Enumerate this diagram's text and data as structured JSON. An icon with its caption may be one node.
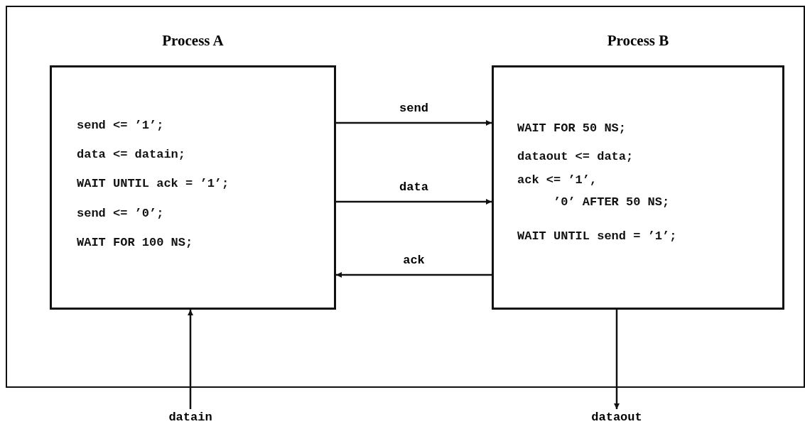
{
  "diagram": {
    "nodes": [
      {
        "text": [],
        "shape": "box"
      },
      {
        "text": [
          "Process A",
          "send <= ’1’;",
          "data <= datain;",
          "WAIT UNTIL ack = ’1’;",
          "send <= ’0’;",
          "WAIT FOR 100 NS;"
        ],
        "in": 0
      },
      {
        "text": [
          "Process B",
          "WAIT FOR 50 NS;",
          "dataout <= data;",
          "ack <= ’1’, ’0’ AFTER 50 NS;",
          "WAIT UNTIL send = ’1’;"
        ],
        "in": 0
      },
      {
        "text": [
          "datain"
        ]
      },
      {
        "text": [
          "dataout"
        ]
      }
    ],
    "edges": [
      {
        "from": 1,
        "to": 2,
        "arrow": "to",
        "label": "send"
      },
      {
        "from": 1,
        "to": 2,
        "arrow": "to",
        "label": "data"
      },
      {
        "from": 2,
        "to": 1,
        "arrow": "to",
        "label": "ack"
      },
      {
        "from": 3,
        "to": 1,
        "arrow": "to"
      },
      {
        "from": 2,
        "to": 4,
        "arrow": "to"
      }
    ]
  }
}
